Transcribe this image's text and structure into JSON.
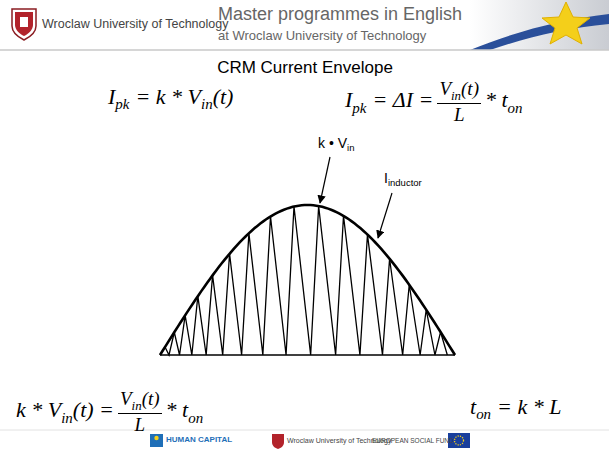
{
  "diagram": {
    "title": "CRM Current Envelope",
    "labels": [
      "Wroclaw University of Technology",
      "Master programmes in English",
      "at Wroclaw University of Technology",
      "I",
      "pk",
      "= k * V",
      "in",
      "(t)",
      "I",
      "pk",
      "= ΔI =",
      "V",
      "in",
      "(t)",
      "L",
      "* t",
      "on",
      "k • V",
      "in",
      "I",
      "inductor",
      "k * V",
      "in",
      "(t) =",
      "V",
      "in",
      "(t)",
      "L",
      "* t",
      "on",
      "t",
      "on",
      "= k * L",
      "HUMAN CAPITAL",
      "Wroclaw University of Technology",
      "EUROPEAN SOCIAL FUND"
    ]
  }
}
